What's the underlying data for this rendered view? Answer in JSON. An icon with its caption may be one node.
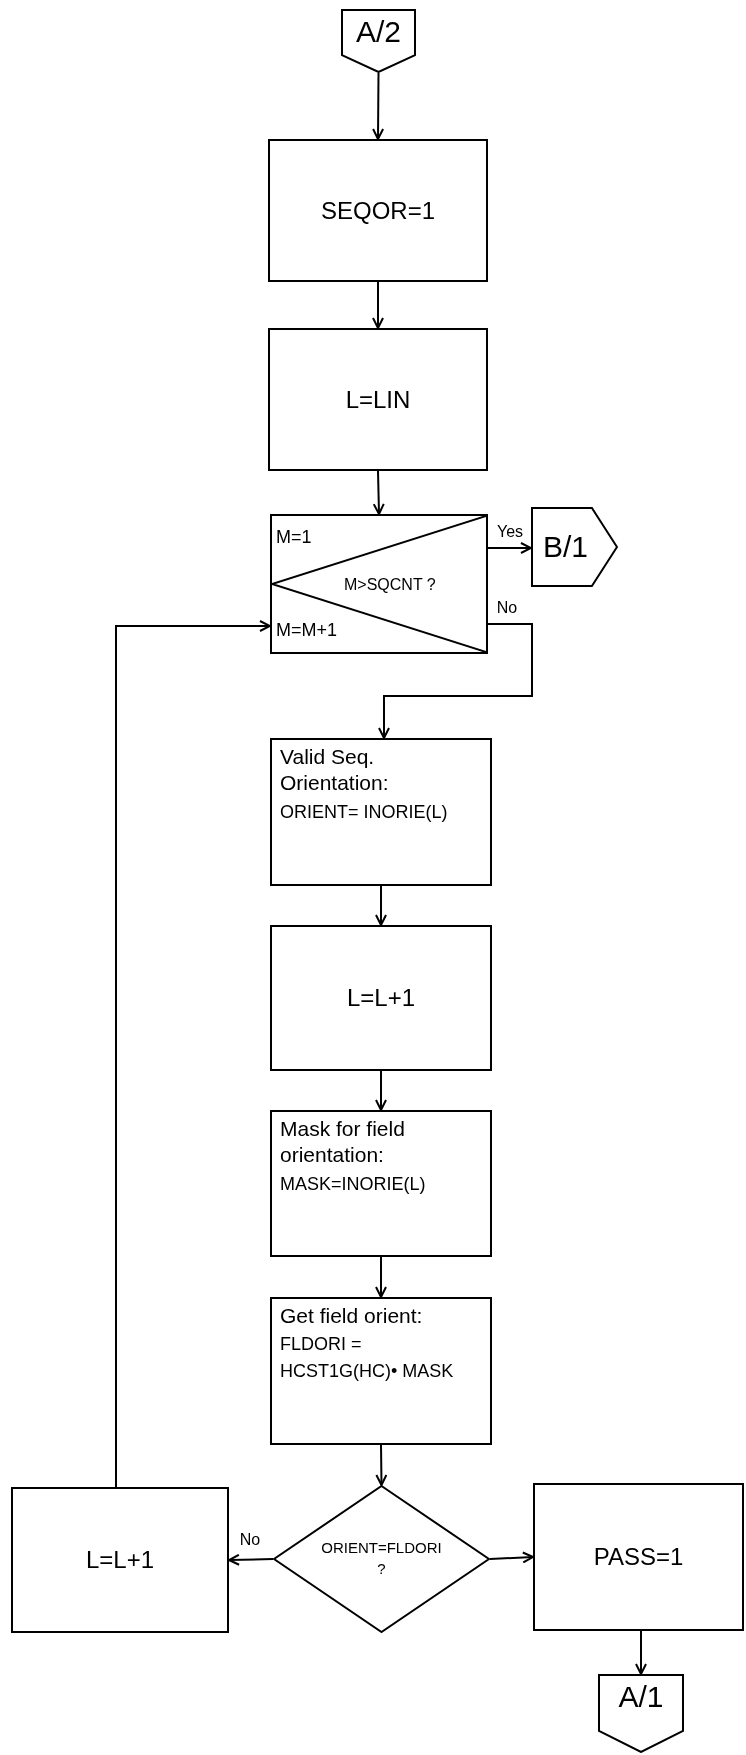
{
  "diagram": {
    "nodes": [
      {
        "text": [
          "A/2"
        ]
      },
      {
        "text": [
          "SEQOR=1"
        ]
      },
      {
        "text": [
          "L=LIN"
        ]
      },
      {
        "text": [
          "M=1",
          "M>SQCNT ?",
          "M=M+1"
        ]
      },
      {
        "text": [
          "B/1"
        ]
      },
      {
        "text": [
          "Valid Seq. Orientation:",
          "ORIENT= INORIE(L)"
        ]
      },
      {
        "text": [
          "L=L+1"
        ]
      },
      {
        "text": [
          "Mask for field orientation:",
          "MASK=INORIE(L)"
        ]
      },
      {
        "text": [
          "Get field orient:",
          "FLDORI =",
          "HCST1G(HC)• MASK"
        ]
      },
      {
        "text": [
          "L=L+1"
        ]
      },
      {
        "text": [
          "ORIENT=FLDORI",
          "?"
        ]
      },
      {
        "text": [
          "PASS=1"
        ]
      },
      {
        "text": [
          "A/1"
        ]
      }
    ],
    "edges": [
      {
        "from": 0,
        "to": 1,
        "arrow": "to"
      },
      {
        "from": 1,
        "to": 2,
        "arrow": "to"
      },
      {
        "from": 2,
        "to": 3,
        "arrow": "to"
      },
      {
        "from": 3,
        "to": 4,
        "arrow": "to",
        "label": "Yes"
      },
      {
        "from": 3,
        "to": 5,
        "arrow": "to",
        "label": "No"
      },
      {
        "from": 5,
        "to": 6,
        "arrow": "to"
      },
      {
        "from": 6,
        "to": 7,
        "arrow": "to"
      },
      {
        "from": 7,
        "to": 8,
        "arrow": "to"
      },
      {
        "from": 8,
        "to": 10,
        "arrow": "to"
      },
      {
        "from": 10,
        "to": 9,
        "arrow": "to",
        "label": "No"
      },
      {
        "from": 10,
        "to": 11,
        "arrow": "to"
      },
      {
        "from": 11,
        "to": 12,
        "arrow": "to"
      },
      {
        "from": 9,
        "to": 3,
        "arrow": "to"
      }
    ]
  }
}
